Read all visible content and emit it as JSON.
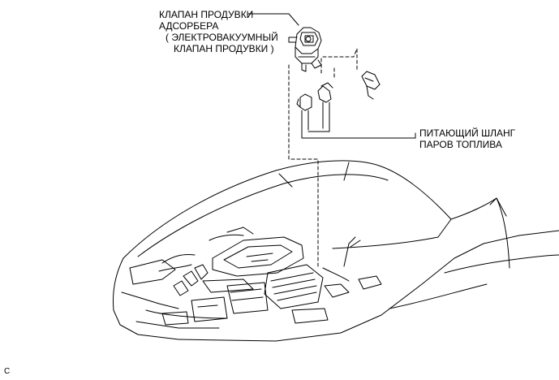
{
  "callouts": {
    "purge_valve": {
      "line1": "КЛАПАН ПРОДУВКИ",
      "line2": "АДСОРБЕРА",
      "line3": "( ЭЛЕКТРОВАКУУМНЫЙ",
      "line4": "КЛАПАН ПРОДУВКИ )"
    },
    "fuel_vapor_hose": {
      "line1": "ПИТАЮЩИЙ ШЛАНГ",
      "line2": "ПАРОВ ТОПЛИВА"
    }
  },
  "figure_code": "C"
}
